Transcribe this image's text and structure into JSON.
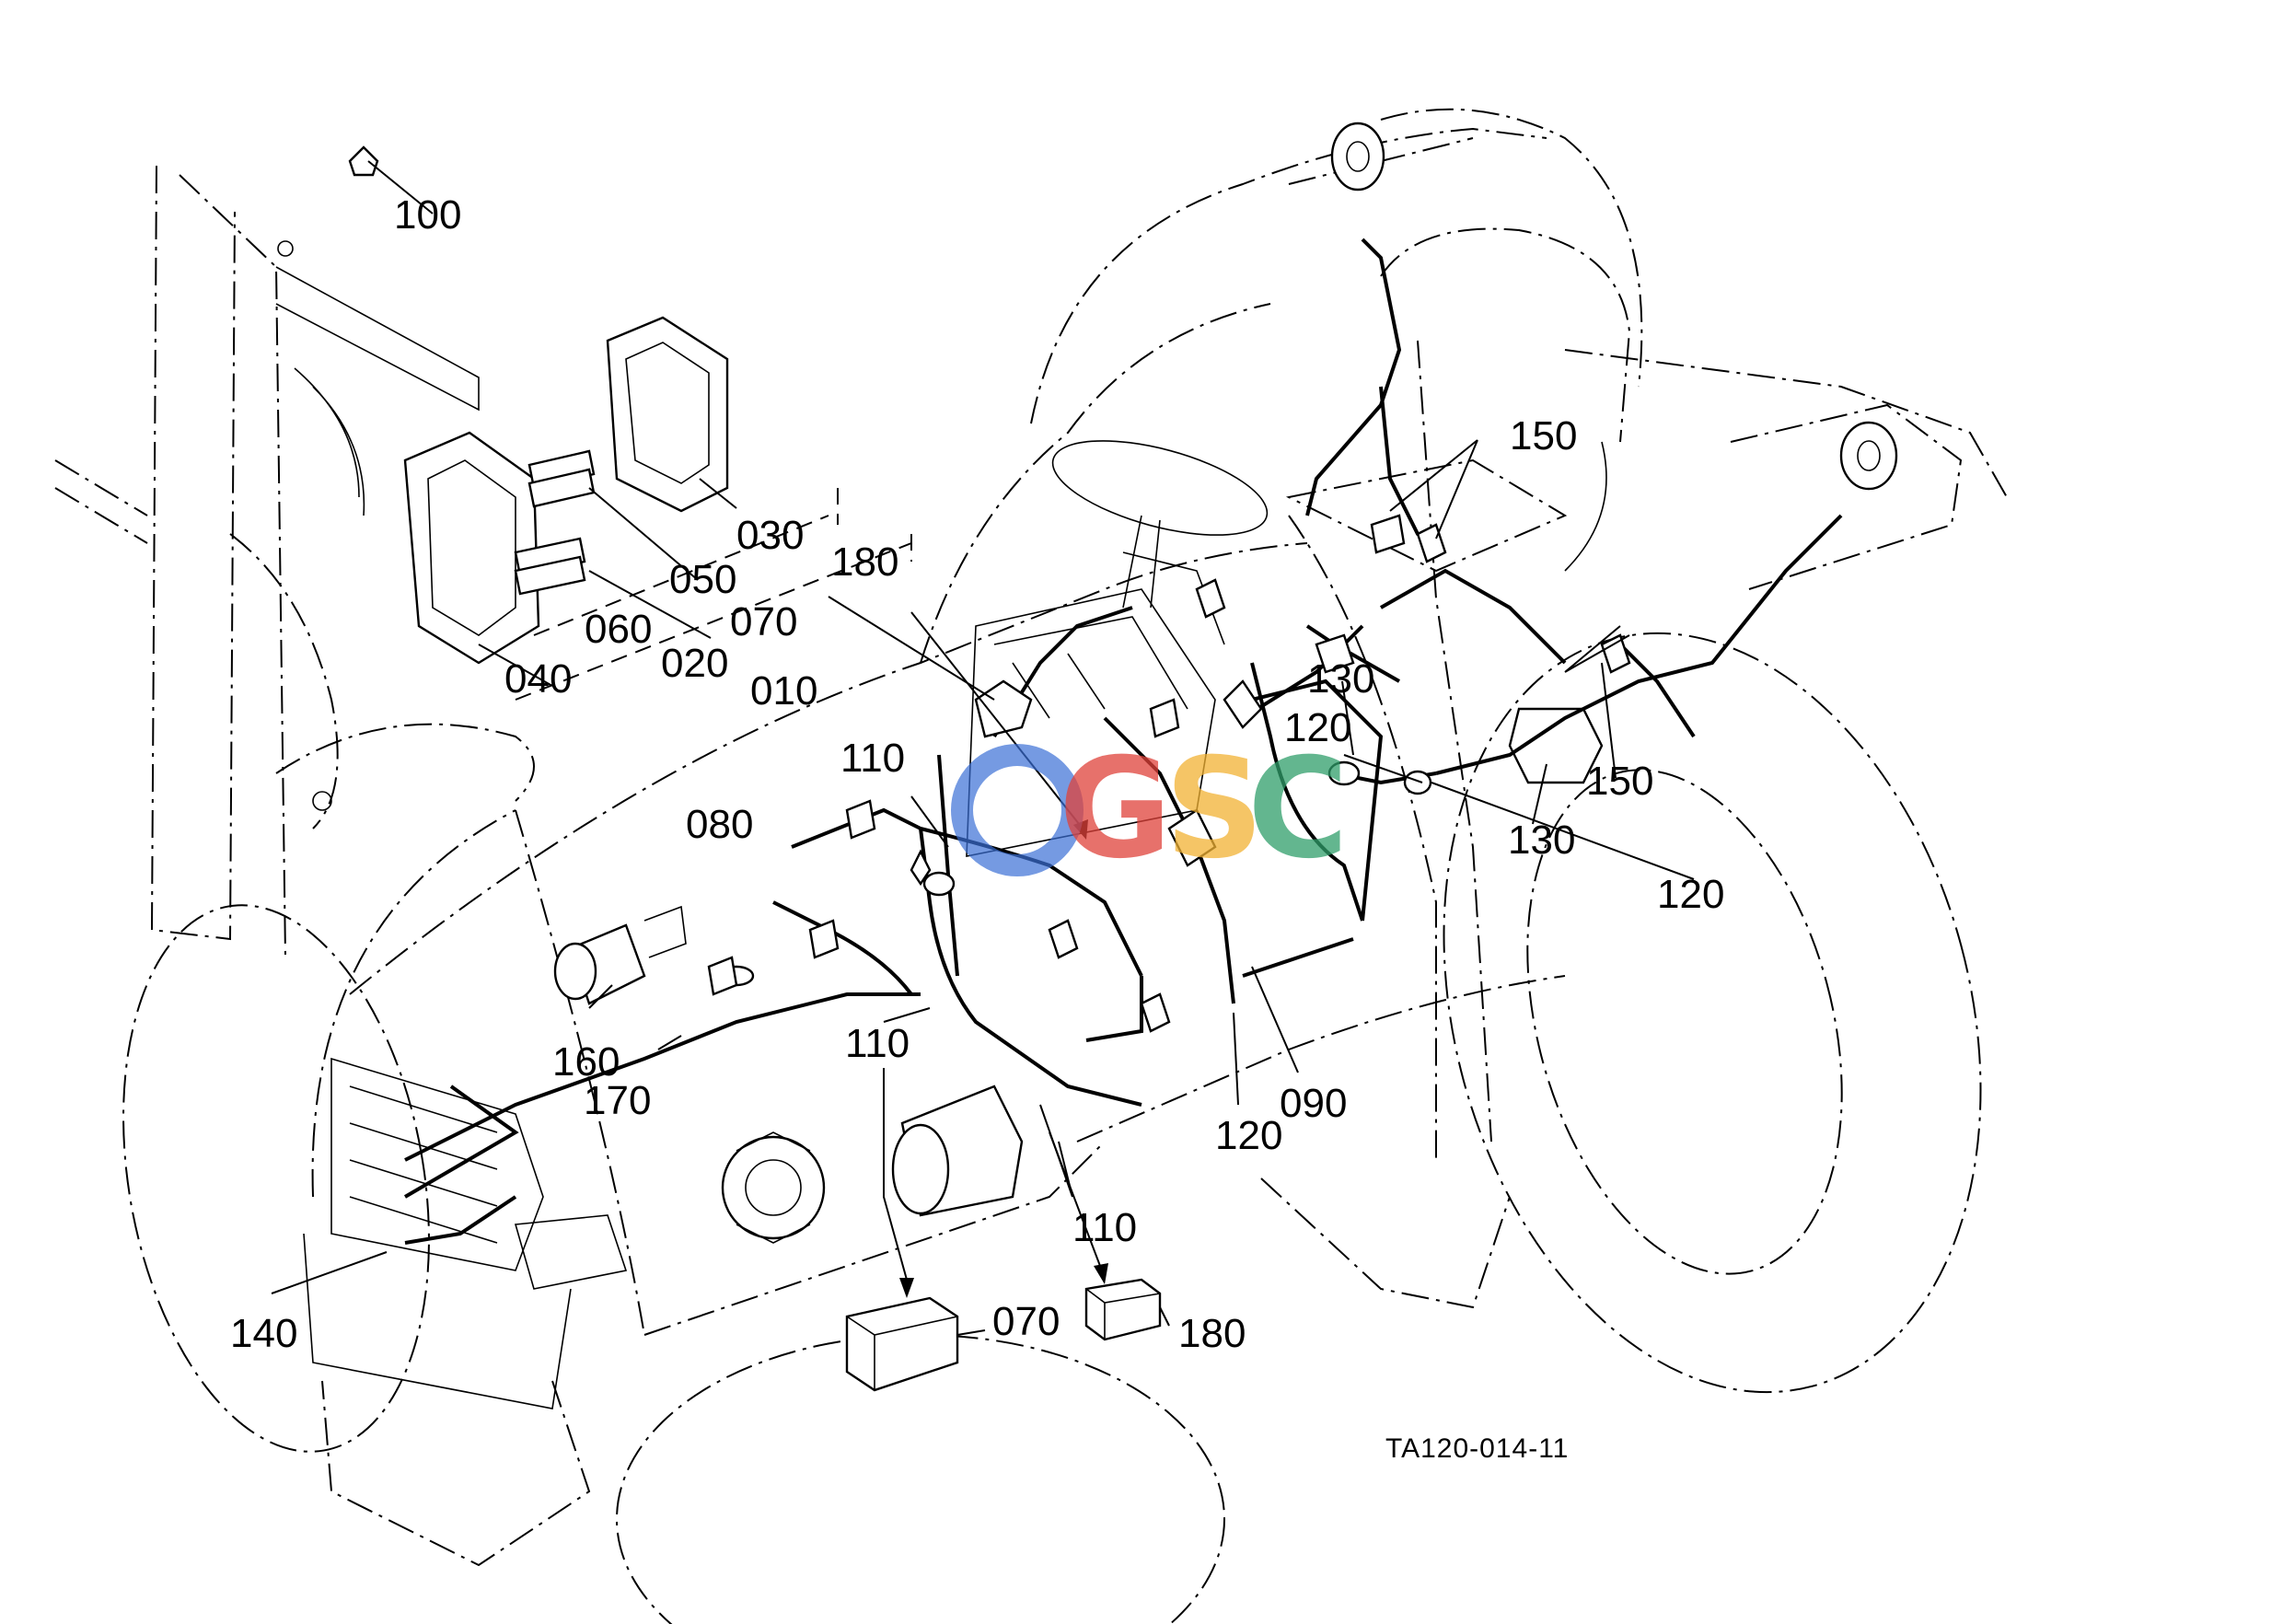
{
  "drawing_code": "TA120-014-11",
  "watermark": {
    "letters": [
      "G",
      "S",
      "C"
    ],
    "colors": [
      "#3b6fd6",
      "#e0423a",
      "#f2b233",
      "#2f9e6a"
    ]
  },
  "callouts": {
    "c100": "100",
    "c030": "030",
    "c050": "050",
    "c060": "060",
    "c040": "040",
    "c070a": "070",
    "c020": "020",
    "c010": "010",
    "c180a": "180",
    "c110a": "110",
    "c080": "080",
    "c150a": "150",
    "c130a": "130",
    "c120a": "120",
    "c150b": "150",
    "c130b": "130",
    "c120b": "120",
    "c160": "160",
    "c170": "170",
    "c110b": "110",
    "c090": "090",
    "c120c": "120",
    "c110c": "110",
    "c140": "140",
    "c070b": "070",
    "c180b": "180"
  }
}
